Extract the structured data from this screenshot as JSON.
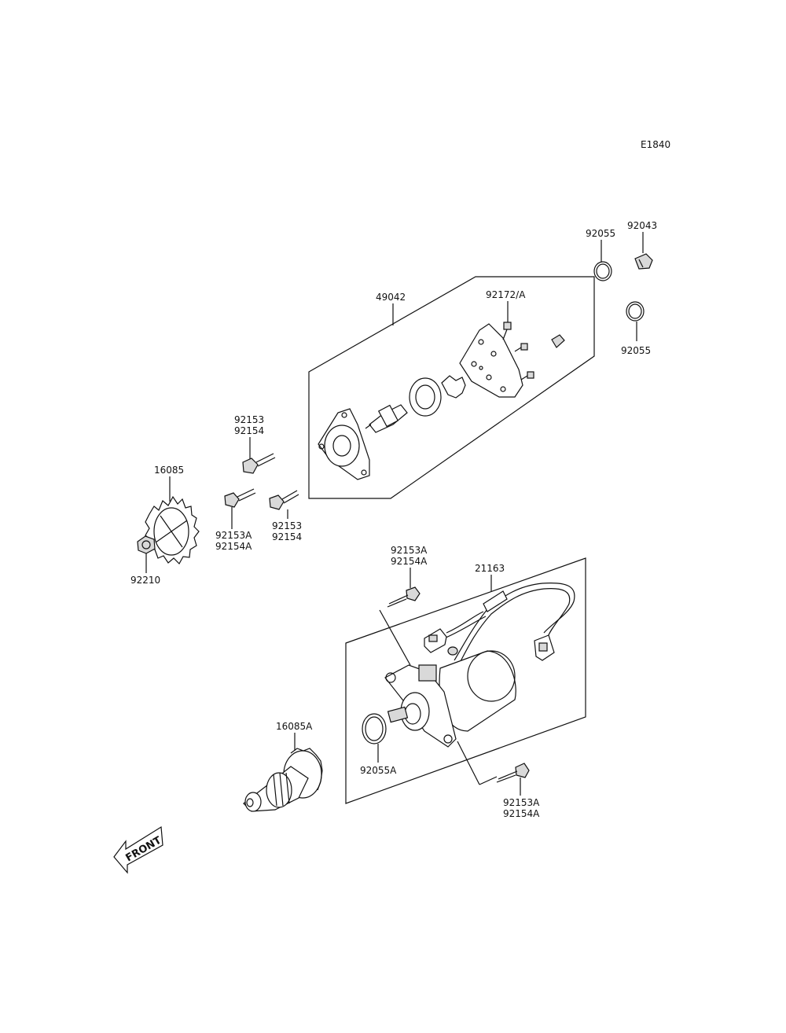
{
  "diagram_code": "E1840",
  "labels": {
    "p92055_top": "92055",
    "p92043": "92043",
    "p92055_mid": "92055",
    "p49042": "49042",
    "p92172": "92172/A",
    "p92153_a": "92153",
    "p92154_a": "92154",
    "p16085": "16085",
    "p92153A_a": "92153A",
    "p92154A_a": "92154A",
    "p92153_b": "92153",
    "p92154_b": "92154",
    "p92210": "92210",
    "p92153A_b": "92153A",
    "p92154A_b": "92154A",
    "p21163": "21163",
    "p16085A": "16085A",
    "p92055A": "92055A",
    "p92153A_c": "92153A",
    "p92154A_c": "92154A"
  },
  "front_label": "FRONT"
}
